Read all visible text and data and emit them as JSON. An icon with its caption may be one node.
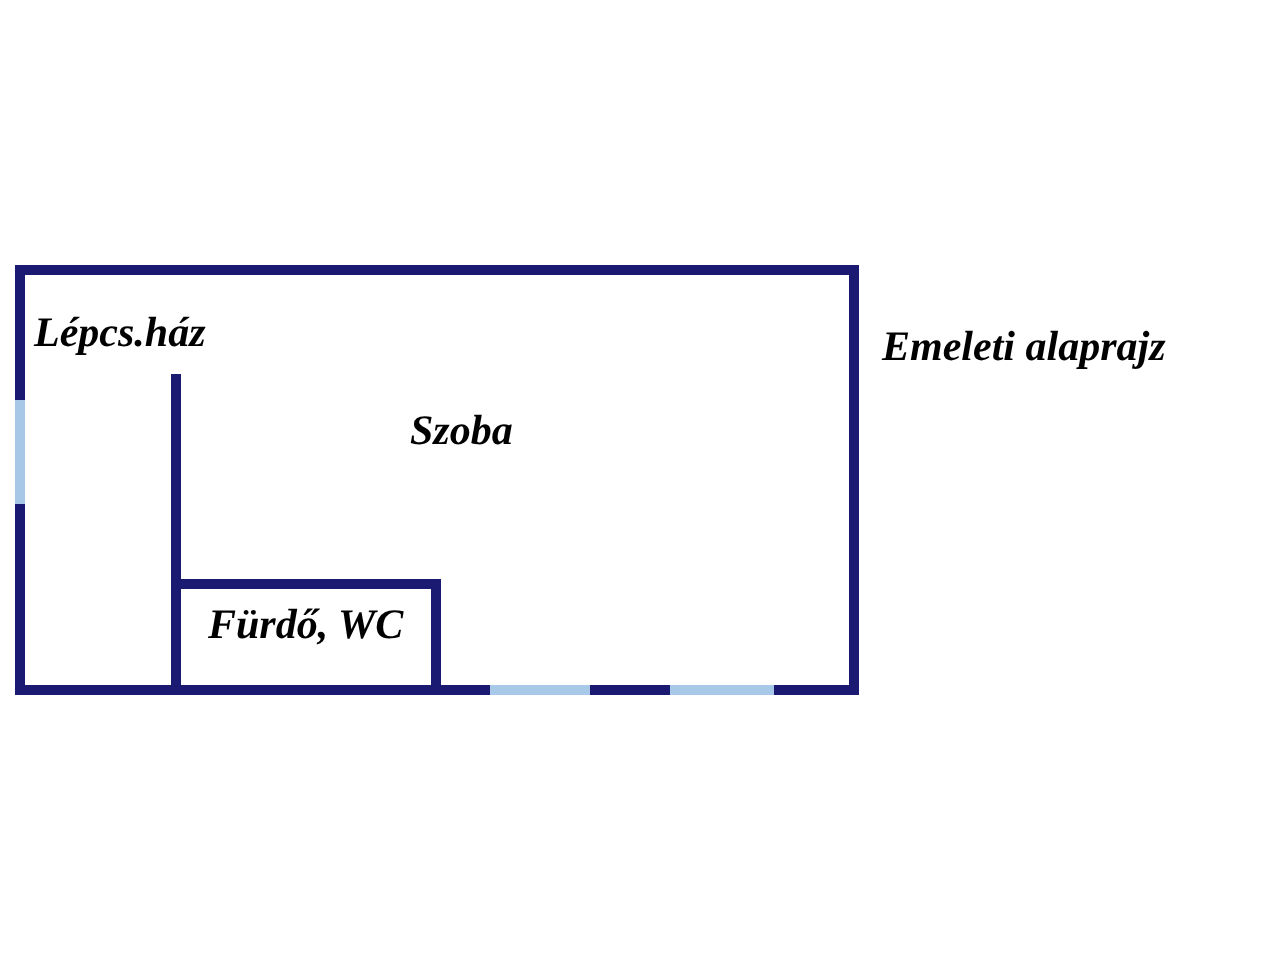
{
  "diagram": {
    "title": "Emeleti alaprajz",
    "labels": [
      "Lépcs.ház",
      "Szoba",
      "Fürdő, WC"
    ]
  }
}
